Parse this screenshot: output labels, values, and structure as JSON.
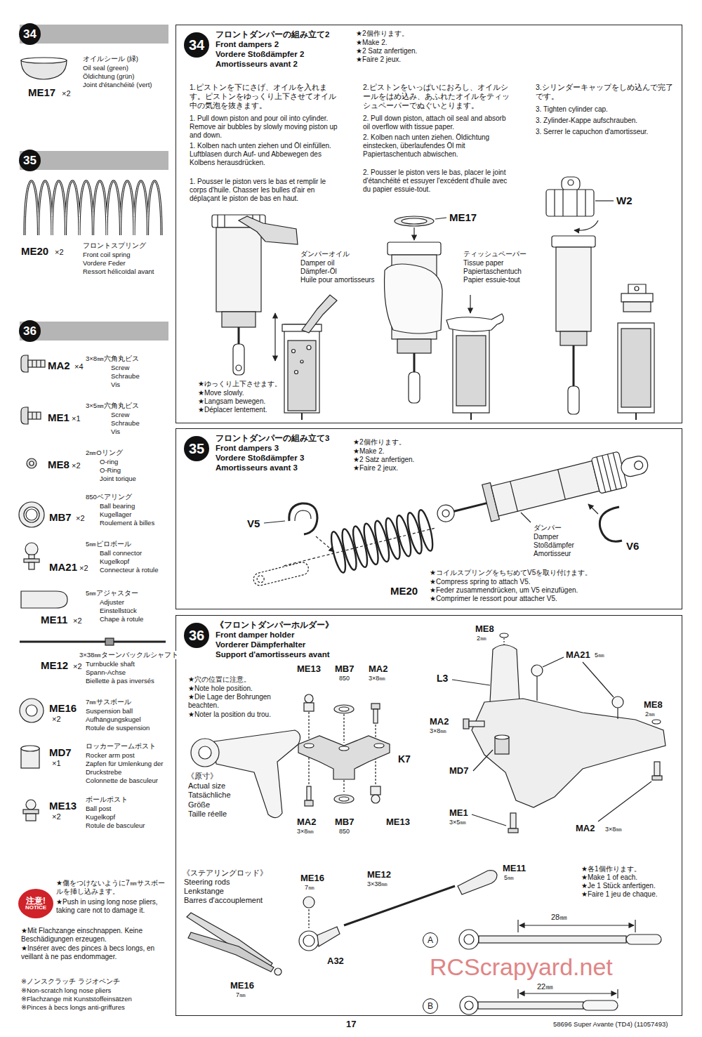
{
  "diagram": {
    "nodes": [
      {
        "text": [
          "34"
        ]
      },
      {
        "text": [
          "フロントダンパーの組み立て2",
          "Front dampers 2",
          "Vordere Stoßdämpfer 2",
          "Amortisseurs avant 2"
        ]
      },
      {
        "text": [
          "34"
        ],
        "in": 1
      },
      {
        "text": [
          "35"
        ]
      },
      {
        "text": [
          "フロントダンパーの組み立て3",
          "Front dampers 3",
          "Vordere Stoßdämpfer 3",
          "Amortisseurs avant 3"
        ]
      },
      {
        "text": [
          "35"
        ],
        "in": 4
      },
      {
        "text": [
          "36"
        ]
      },
      {
        "text": [
          "《フロントダンパーホルダー》",
          "Front damper holder",
          "Vorderer Dämpferhalter",
          "Support d'amortisseurs avant"
        ]
      },
      {
        "text": [
          "36"
        ],
        "in": 7
      },
      {
        "text": [
          "A"
        ],
        "in": 7
      },
      {
        "text": [
          "B"
        ],
        "in": 7
      },
      {
        "text": [
          "注意!",
          "NOTICE"
        ]
      }
    ],
    "labels": [
      "ME17",
      "×2",
      "オイルシール (緑)",
      "Oil seal (green)",
      "Öldichtung (grün)",
      "Joint d'étanchéité (vert)",
      "ME20",
      "×2",
      "フロントスプリング",
      "Front coil spring",
      "Vordere Feder",
      "Ressort hélicoïdal avant",
      "MA2",
      "×4",
      "3×8㎜六角丸ビス",
      "Screw",
      "Schraube",
      "Vis",
      "ME1",
      "×1",
      "3×5㎜六角丸ビス",
      "Screw",
      "Schraube",
      "Vis",
      "ME8",
      "×2",
      "2㎜Oリング",
      "O-ring",
      "O-Ring",
      "Joint torique",
      "MB7",
      "×2",
      "850ベアリング",
      "Ball bearing",
      "Kugellager",
      "Roulement à billes",
      "MA21",
      "×2",
      "5㎜ピロボール",
      "Ball connector",
      "Kugelkopf",
      "Connecteur à rotule",
      "ME11",
      "×2",
      "5㎜アジャスター",
      "Adjuster",
      "Einstellstück",
      "Chape à rotule",
      "ME12",
      "×2",
      "3×38㎜ターンバックルシャフト",
      "Turnbuckle shaft",
      "Spann-Achse",
      "Biellette à pas inversés",
      "ME16",
      "×2",
      "7㎜サスボール",
      "Suspension ball",
      "Aufhängungskugel",
      "Rotule de suspension",
      "MD7",
      "×1",
      "ロッカーアームポスト",
      "Rocker arm post",
      "Zapfen für Umlenkung der Druckstrebe",
      "Colonnette de basculeur",
      "ME13",
      "×2",
      "ボールポスト",
      "Ball post",
      "Kugelkopf",
      "Rotule de basculeur",
      "★傷をつけないように7㎜サスボールを挿し込みます。",
      "★Push in using long nose pliers, taking care not to damage it.",
      "★Mit Flachzange einschnappen. Keine Beschädigungen erzeugen.",
      "★Insérer avec des pinces à becs longs, en veillant à ne pas endommager.",
      "※ノンスクラッチ ラジオペンチ",
      "※Non-scratch long nose pliers",
      "※Flachzange mit Kunststoffeinsätzen",
      "※Pinces à becs longs anti-griffures",
      "★2個作ります。",
      "★Make 2.",
      "★2 Satz anfertigen.",
      "★Faire 2 jeux.",
      "1.ピストンを下にさげ、オイルを入れます。ピストンをゆっくり上下させてオイル中の気泡を抜きます。",
      "1. Pull down piston and pour oil into cylinder. Remove air bubbles by slowly moving piston up and down.",
      "1. Kolben nach unten ziehen und Öl einfüllen. Luftblasen durch Auf- und Abbewegen des Kolbens herausdrücken.",
      "1. Pousser le piston vers le bas et remplir le corps d'huile. Chasser les bulles d'air en déplaçant le piston de bas en haut.",
      "2.ピストンをいっぱいにおろし、オイルシールをはめ込み、あふれたオイルをティッシュペーパーでぬぐいとります。",
      "2. Pull down piston, attach oil seal and absorb oil overflow with tissue paper.",
      "2. Kolben nach unten ziehen. Öldichtung einstecken, überlaufendes Öl mit Papiertaschentuch abwischen.",
      "2. Pousser le piston vers le bas, placer le joint d'étanchéité et essuyer l'excédent d'huile avec du papier essuie-tout.",
      "3.シリンダーキャップをしめ込んで完了です。",
      "3. Tighten cylinder cap.",
      "3. Zylinder-Kappe aufschrauben.",
      "3. Serrer le capuchon d'amortisseur.",
      "ダンパーオイル",
      "Damper oil",
      "Dämpfer-Öl",
      "Huile pour amortisseurs",
      "ME17",
      "ティッシュペーパー",
      "Tissue paper",
      "Papiertaschentuch",
      "Papier essuie-tout",
      "W2",
      "★ゆっくり上下させます。",
      "★Move slowly.",
      "★Langsam bewegen.",
      "★Déplacer lentement.",
      "★2個作ります。",
      "★Make 2.",
      "★2 Satz anfertigen.",
      "★Faire 2 jeux.",
      "V5",
      "ME20",
      "V6",
      "ダンパー",
      "Damper",
      "Stoßdämpfer",
      "Amortisseur",
      "★コイルスプリングをちぢめてV5を取り付けます。",
      "★Compress spring to attach V5.",
      "★Feder zusammendrücken, um V5 einzufügen.",
      "★Comprimer le ressort pour attacher V5.",
      "★穴の位置に注意。",
      "★Note hole position.",
      "★Die Lage der Bohrungen beachten.",
      "★Noter la position du trou.",
      "《原寸》",
      "Actual size",
      "Tatsächliche Größe",
      "Taille réelle",
      "ME13",
      "MB7",
      "850",
      "MA2",
      "3×8㎜",
      "K7",
      "MA2",
      "3×8㎜",
      "MB7",
      "850",
      "ME13",
      "ME8",
      "2㎜",
      "MA21",
      "5㎜",
      "ME8",
      "2㎜",
      "L3",
      "MA2",
      "3×8㎜",
      "MD7",
      "ME1",
      "3×5㎜",
      "MA2",
      "3×8㎜",
      "《ステアリングロッド》",
      "Steering rods",
      "Lenkstange",
      "Barres d'accouplement",
      "ME16",
      "7㎜",
      "ME12",
      "3×38㎜",
      "ME11",
      "5㎜",
      "★各1個作ります。",
      "★Make 1 of each.",
      "★Je 1 Stück anfertigen.",
      "★Faire 1 jeu de chaque.",
      "A32",
      "ME16",
      "7㎜",
      "28㎜",
      "22㎜",
      "17",
      "58696 Super Avante (TD4) (11057493)",
      "RCScrapyard.net"
    ]
  }
}
